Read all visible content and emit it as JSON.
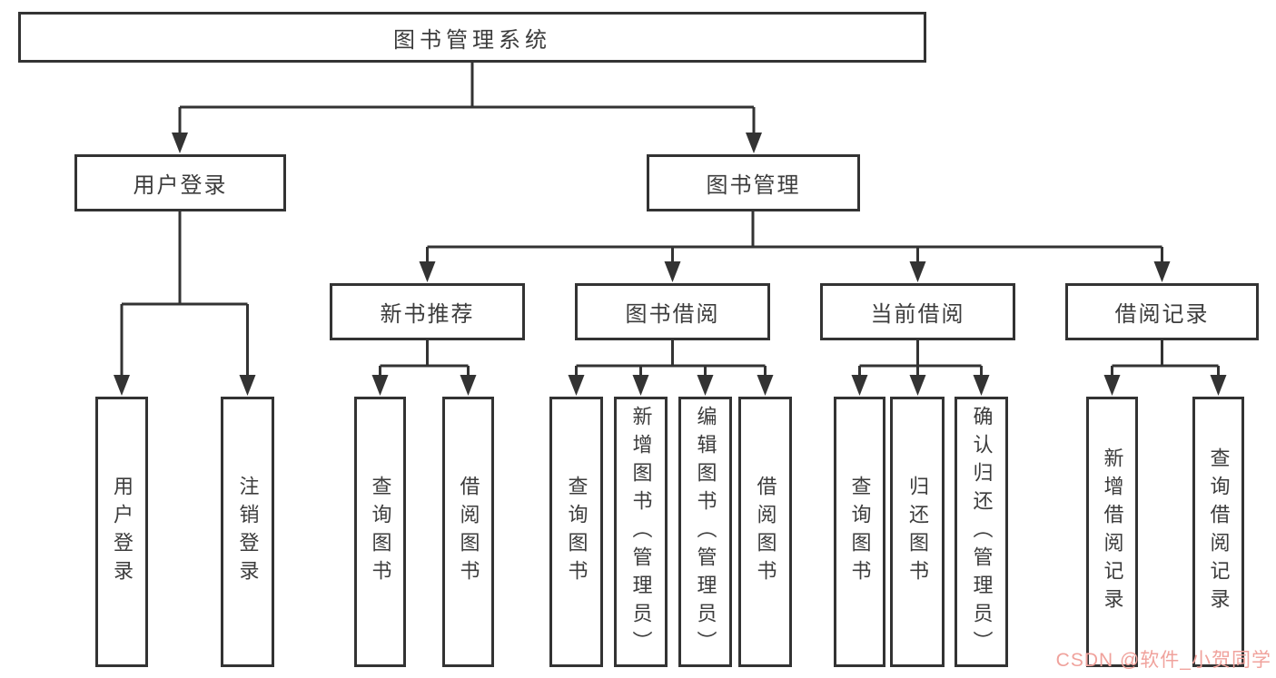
{
  "diagram": {
    "root": {
      "label": "图书管理系统",
      "children": [
        {
          "label": "用户登录",
          "children": [
            {
              "label": "用户登录"
            },
            {
              "label": "注销登录"
            }
          ]
        },
        {
          "label": "图书管理",
          "children": [
            {
              "label": "新书推荐",
              "children": [
                {
                  "label": "查询图书"
                },
                {
                  "label": "借阅图书"
                }
              ]
            },
            {
              "label": "图书借阅",
              "children": [
                {
                  "label": "查询图书"
                },
                {
                  "label": "新增图书（管理员）"
                },
                {
                  "label": "编辑图书（管理员）"
                },
                {
                  "label": "借阅图书"
                }
              ]
            },
            {
              "label": "当前借阅",
              "children": [
                {
                  "label": "查询图书"
                },
                {
                  "label": "归还图书"
                },
                {
                  "label": "确认归还（管理员）"
                }
              ]
            },
            {
              "label": "借阅记录",
              "children": [
                {
                  "label": "新增借阅记录"
                },
                {
                  "label": "查询借阅记录"
                }
              ]
            }
          ]
        }
      ]
    }
  },
  "watermark": "CSDN @软件_小贺同学",
  "colors": {
    "line": "#333333",
    "text": "#3c3c3c",
    "background": "#ffffff",
    "watermark": "#f0a29c"
  }
}
